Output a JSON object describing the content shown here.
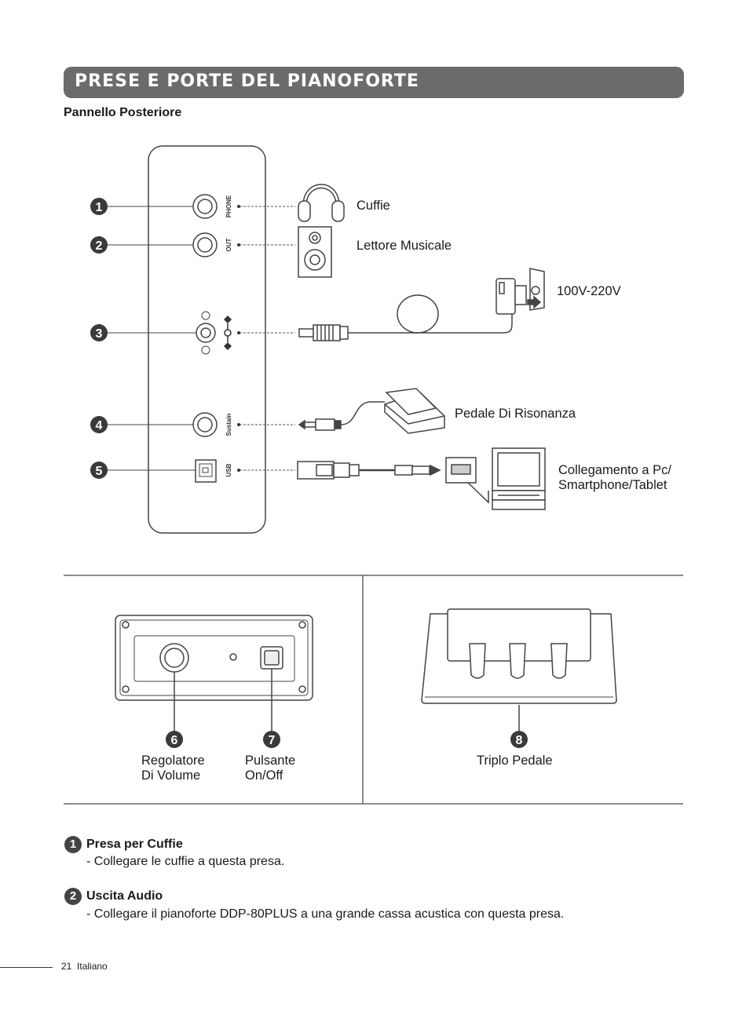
{
  "header": {
    "title": "PRESE E PORTE DEL PIANOFORTE",
    "subtitle": "Pannello Posteriore"
  },
  "panel": {
    "port_labels": [
      "PHONE",
      "OUT",
      "Sustain",
      "USB"
    ],
    "markers": [
      "1",
      "2",
      "3",
      "4",
      "5"
    ]
  },
  "devices": {
    "headphones": "Cuffie",
    "music_player": "Lettore Musicale",
    "power": "100V-220V",
    "pedal": "Pedale Di Risonanza",
    "pc_line1": "Collegamento a Pc/",
    "pc_line2": "Smartphone/Tablet"
  },
  "controls": {
    "volume_marker": "6",
    "volume_line1": "Regolatore",
    "volume_line2": "Di Volume",
    "power_marker": "7",
    "power_line1": "Pulsante",
    "power_line2": "On/Off",
    "pedal_marker": "8",
    "pedal_label": "Triplo Pedale"
  },
  "descriptions": [
    {
      "number": "1",
      "title": "Presa per Cuffie",
      "body": "- Collegare le cuffie a questa presa."
    },
    {
      "number": "2",
      "title": "Uscita Audio",
      "body": "- Collegare il pianoforte DDP-80PLUS a una grande cassa acustica con questa presa."
    }
  ],
  "footer": {
    "page": "21",
    "language": "Italiano"
  }
}
